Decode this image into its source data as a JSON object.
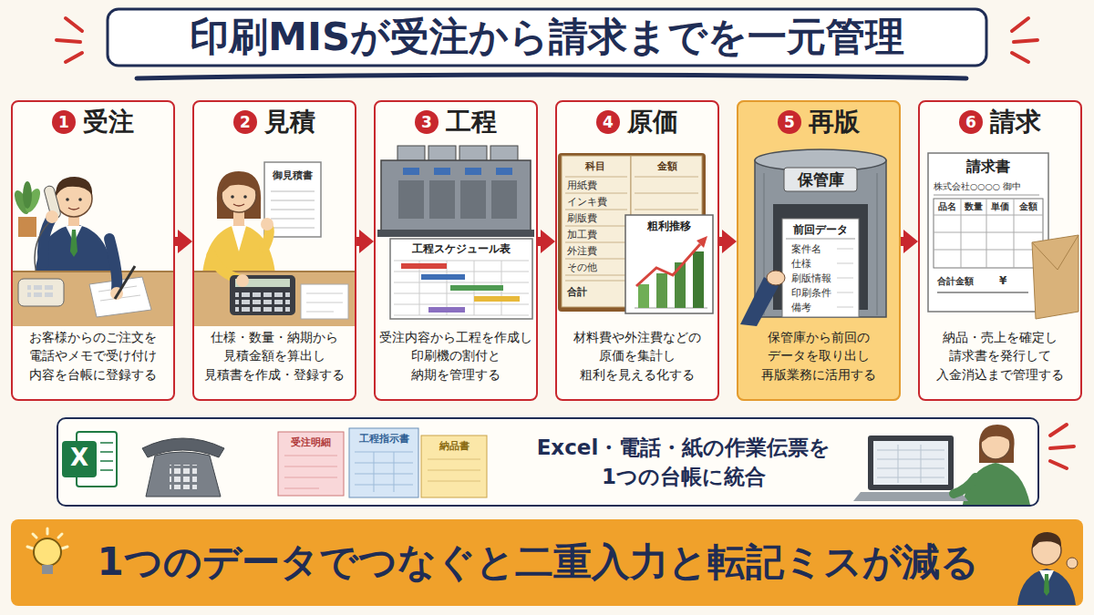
{
  "diagram": {
    "title": "印刷MISが受注から請求までを一元管理",
    "nodes": [
      {
        "text": [
          "1",
          "受注",
          "お客様からのご注文を 電話やメモで受け付け 内容を台帳に登録する"
        ]
      },
      {
        "text": [
          "2",
          "見積",
          "仕様・数量・納期から 見積金額を算出し 見積書を作成・登録する"
        ]
      },
      {
        "text": [
          "3",
          "工程",
          "受注内容から工程を作成し 印刷機の割付と 納期を管理する"
        ]
      },
      {
        "text": [
          "4",
          "原価",
          "材料費や外注費などの 原価を集計し 粗利を見える化する"
        ]
      },
      {
        "text": [
          "5",
          "再版",
          "保管庫から前回の データを取り出し 再版業務に活用する"
        ]
      },
      {
        "text": [
          "6",
          "請求",
          "納品・売上を確定し 請求書を発行して 入金消込まで管理する"
        ]
      },
      {
        "text": [
          "Excel・電話・紙の作業伝票を 1つの台帳に統合"
        ]
      },
      {
        "text": [
          "1つのデータでつなぐと二重入力と転記ミスが減る"
        ]
      }
    ],
    "edges": [
      {
        "from": 0,
        "to": 1,
        "arrow": "to"
      },
      {
        "from": 1,
        "to": 2,
        "arrow": "to"
      },
      {
        "from": 2,
        "to": 3,
        "arrow": "to"
      },
      {
        "from": 3,
        "to": 4,
        "arrow": "to"
      },
      {
        "from": 4,
        "to": 5,
        "arrow": "to"
      }
    ],
    "labels": [
      "御見積書",
      "工程スケジュール表",
      "科目",
      "金額",
      "用紙費",
      "インキ費",
      "刷版費",
      "加工費",
      "外注費",
      "その他",
      "合計",
      "粗利推移",
      "保管庫",
      "前回データ",
      "案件名",
      "仕様",
      "刷版情報",
      "印刷条件",
      "備考",
      "請求書",
      "株式会社○○○○ 御中",
      "品名",
      "数量",
      "単価",
      "金額",
      "合計金額",
      "¥",
      "X",
      "受注明細",
      "工程指示書",
      "納品書"
    ]
  }
}
